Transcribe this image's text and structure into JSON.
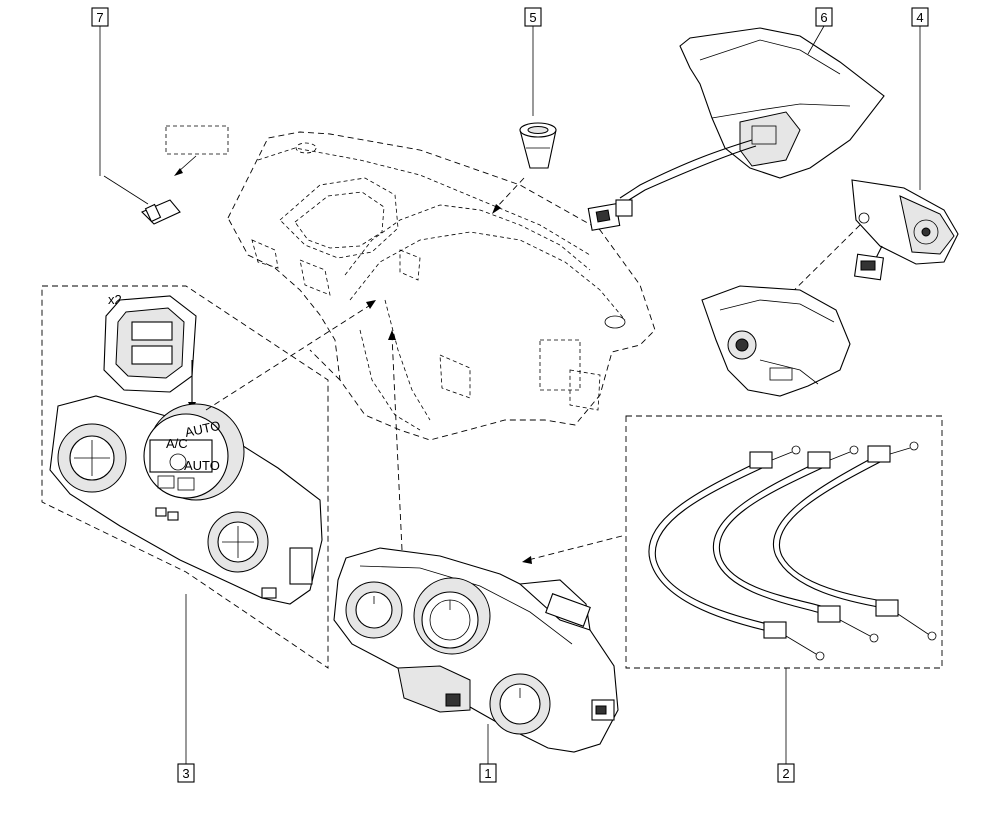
{
  "diagram": {
    "callouts": [
      {
        "id": "7",
        "label": "7"
      },
      {
        "id": "5",
        "label": "5"
      },
      {
        "id": "6",
        "label": "6"
      },
      {
        "id": "4",
        "label": "4"
      },
      {
        "id": "3",
        "label": "3"
      },
      {
        "id": "1",
        "label": "1"
      },
      {
        "id": "2",
        "label": "2"
      }
    ],
    "annotations": {
      "quantity_x2": "x2",
      "knob_label_auto": "AUTO",
      "button_label_ac": "A/C",
      "button_label_auto": "AUTO"
    }
  }
}
